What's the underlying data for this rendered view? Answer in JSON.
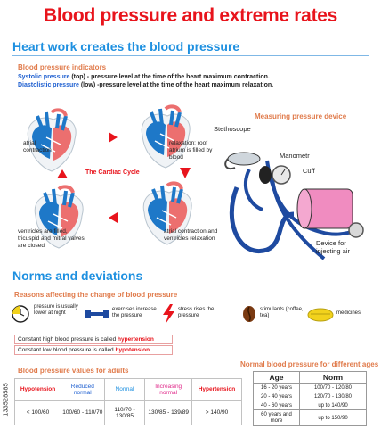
{
  "title": "Blood pressure and extreme rates",
  "heart_section": {
    "heading": "Heart work creates the blood pressure",
    "indicators_title": "Blood pressure indicators",
    "systolic_term": "Systolic pressure",
    "systolic_desc": " (top) - pressure level at the time of the heart  maximum contraction.",
    "diastolic_term": "Diastolistic pressure",
    "diastolic_desc": " (low) -pressure level at the time of the heart maximum relaxation.",
    "cycle_title": "The Cardiac Cycle",
    "stage_1": "atrial contraction",
    "stage_2": "relaxation: roof atrium is filled by blood",
    "stage_3": "ventricles are filled, tricuspid and mitral valves  are closed",
    "stage_4": "atrial contraction and ventricles relaxation"
  },
  "device": {
    "title": "Measuring pressure device",
    "stethoscope": "Stethoscope",
    "manometer": "Manometr",
    "cuff": "Cuff",
    "injector": "Device for injecting air"
  },
  "norms": {
    "heading": "Norms and deviations",
    "reasons_title": "Reasons affecting the change of blood pressure",
    "reasons": [
      {
        "icon": "clock-icon",
        "label": "pressure is usually lower at night"
      },
      {
        "icon": "dumbbell-icon",
        "label": "exercises increase the pressure"
      },
      {
        "icon": "lightning-icon",
        "label": "stress rises the pressure"
      },
      {
        "icon": "coffee-bean-icon",
        "label": "stimulants (coffee, tea)"
      },
      {
        "icon": "pill-icon",
        "label": "medicines"
      }
    ],
    "hyper_note_prefix": "Constant high blood pressure is called ",
    "hyper_word": "hypertension",
    "hypo_note_prefix": "Constant low blood pressure is called ",
    "hypo_word": "hypotension"
  },
  "adult_table": {
    "title": "Blood pressure values for adults",
    "headers": [
      "Hypotension",
      "Reduced normal",
      "Normal",
      "Increasing normal",
      "Hypertension"
    ],
    "values": [
      "< 100/60",
      "100/60 - 110/70",
      "110/70 - 130/85",
      "130/85 - 139/89",
      "> 140/90"
    ],
    "colors": {
      "hypo": "#e8141c",
      "reduced": "#1e5fd0",
      "normal": "#1e90e0",
      "increasing": "#e02a8a",
      "hyper": "#e8141c"
    }
  },
  "age_table": {
    "title": "Normal blood pressure for different ages",
    "headers": [
      "Age",
      "Norm"
    ],
    "rows": [
      [
        "16 - 20 years",
        "100/70 -  120/80"
      ],
      [
        "20 - 40 years",
        "120/70 -  130/80"
      ],
      [
        "40 - 60 years",
        "up to  140/90"
      ],
      [
        "60 years and more",
        "up to  150/90"
      ]
    ]
  },
  "stock_id": "133528585"
}
